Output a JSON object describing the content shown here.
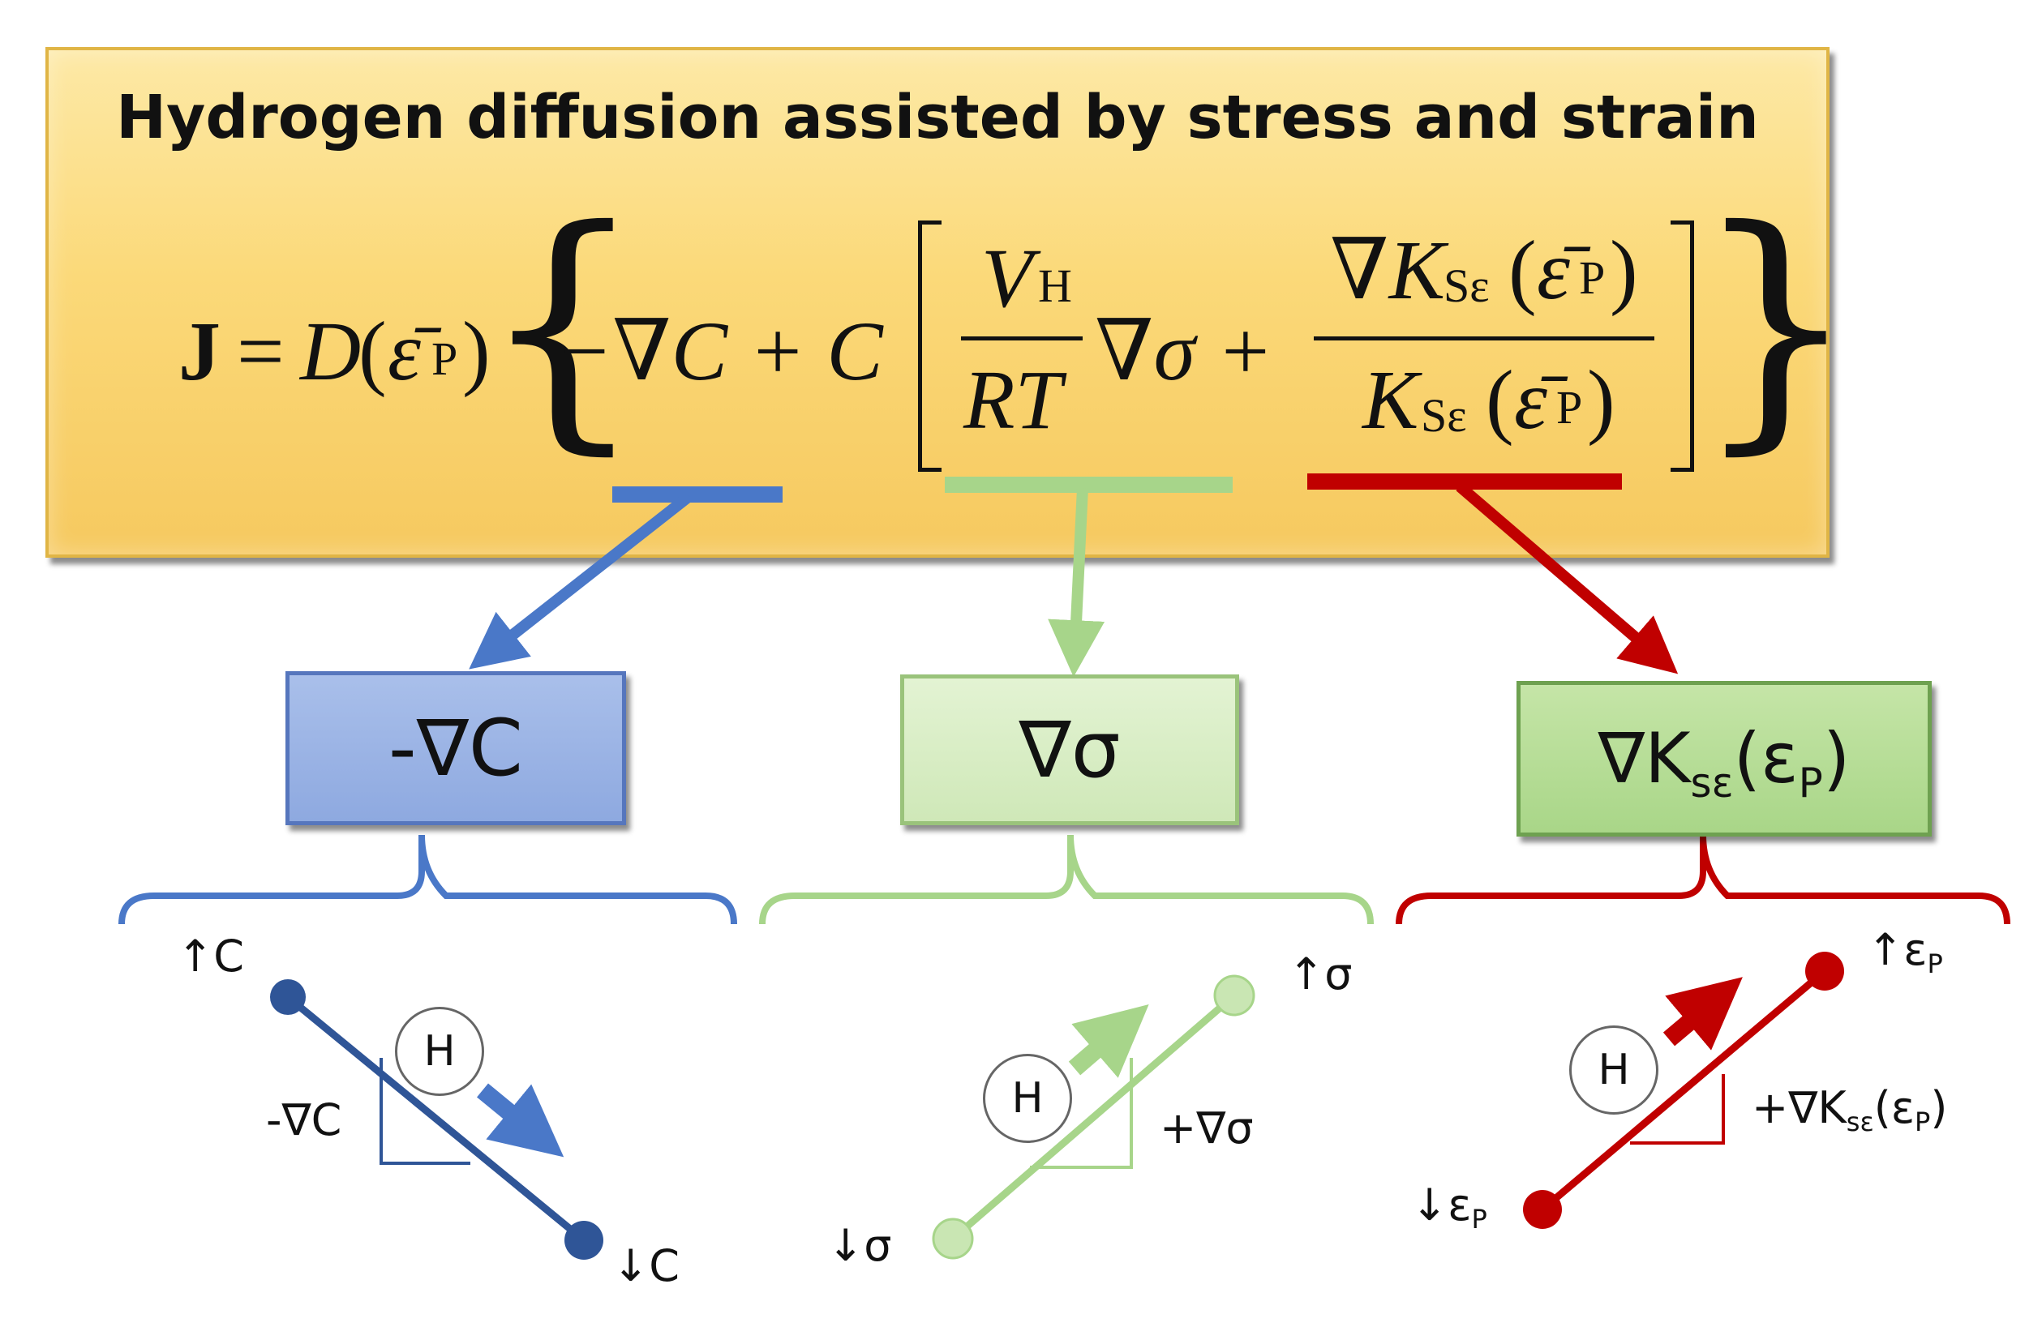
{
  "header": {
    "title": "Hydrogen diffusion assisted by stress and strain",
    "equation": {
      "J": "J",
      "eq": "=",
      "D": "D",
      "eps_bar": "ε̄",
      "P": "P",
      "minus_grad_c": "−∇C + C",
      "VH": "V",
      "H_sub": "H",
      "RT": "RT",
      "grad_sigma": "∇σ +",
      "num_grad_K": "∇K",
      "num_Se": "Sε",
      "den_K": "K",
      "den_Se": "Sε"
    }
  },
  "terms": [
    {
      "id": "concentration",
      "label": "-∇C",
      "color": "#4a78c8"
    },
    {
      "id": "stress",
      "label": "∇σ",
      "color": "#a7d58a"
    },
    {
      "id": "strain",
      "label": "∇K",
      "label_sub": "sε",
      "label_tail": "(ε",
      "label_tail_sub": "P",
      "label_close": ")",
      "color": "#c00000"
    }
  ],
  "panels": {
    "concentration": {
      "high": "↑C",
      "low": "↓C",
      "gradient": "-∇C",
      "h": "H"
    },
    "stress": {
      "high": "↑σ",
      "low": "↓σ",
      "gradient": "+∇σ",
      "h": "H"
    },
    "strain": {
      "high": "↑ε",
      "high_sub": "P",
      "low": "↓ε",
      "low_sub": "P",
      "gradient": "+∇K",
      "gradient_sub": "sε",
      "gradient_tail": "(ε",
      "gradient_tail_sub": "P",
      "gradient_close": ")",
      "h": "H"
    }
  },
  "colors": {
    "blue": "#4a78c8",
    "blue_dark": "#2f5597",
    "light_green": "#a7d58a",
    "red": "#c00000",
    "header_fill": "#fbd979"
  }
}
